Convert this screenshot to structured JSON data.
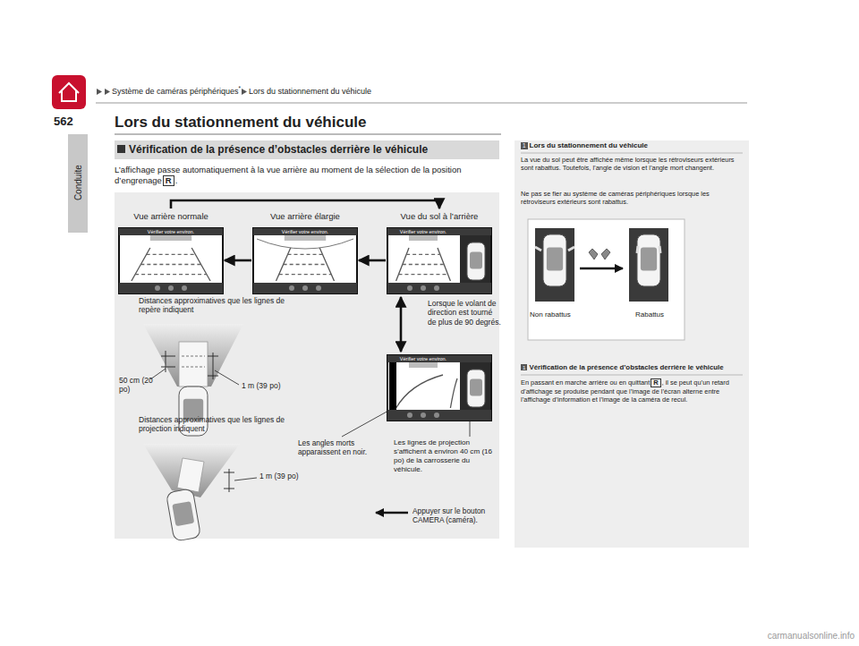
{
  "diagram": {
    "title": "Lors du stationnement du véhicule",
    "nodes": [
      {
        "text": [
          "Vue arrière normale",
          "Vérifier votre environ."
        ]
      },
      {
        "text": [
          "Vue arrière élargie",
          "Vérifier votre environ."
        ]
      },
      {
        "text": [
          "Vue du sol à l’arrière",
          "Vérifier votre environ."
        ]
      },
      {
        "text": [
          "Vérifier votre environ."
        ]
      }
    ],
    "edges": [
      {
        "from": 1,
        "to": 0,
        "arrow": "to"
      },
      {
        "from": 2,
        "to": 1,
        "arrow": "to"
      },
      {
        "from": 0,
        "to": 2,
        "arrow": "to"
      },
      {
        "from": 2,
        "to": 3,
        "arrow": "both",
        "label": "Lorsque le volant de direction est tourné de plus de 90 degrés."
      }
    ],
    "labels": [
      "Système de caméras périphériques",
      "*",
      "Lors du stationnement du véhicule",
      "Conduite",
      "562",
      "Vérification de la présence d’obstacles derrière le véhicule",
      "L’affichage passe automatiquement à la vue arrière au moment de la sélection de la position d’engrenage",
      "R",
      ".",
      "Distances approximatives que les lignes de repère indiquent",
      "50 cm (20 po)",
      "1 m (39 po)",
      "Distances approximatives que les lignes de projection indiquent",
      "1 m (39 po)",
      "Les angles morts apparaissent en noir.",
      "Les lignes de projection s’affichent à environ 40 cm (16 po) de la carrosserie du véhicule.",
      "Appuyer sur le bouton CAMERA (caméra).",
      "1",
      "Lors du stationnement du véhicule",
      "La vue du sol peut être affichée même lorsque les rétroviseurs extérieurs sont rabattus. Toutefois, l’angle de vision et l’angle mort changent.",
      "Ne pas se fier au système de caméras périphériques lorsque les rétroviseurs extérieurs sont rabattus.",
      "Non rabattus",
      "Rabattus",
      "1",
      "Vérification de la présence d’obstacles derrière le véhicule",
      "En passant en marche arrière ou en quittant",
      "R",
      ", il se peut qu’un retard d’affichage se produise pendant que l’image de l’écran alterne entre l’affichage d’information et l’image de la caméra de recul.",
      "carmanualsonline.info"
    ]
  }
}
